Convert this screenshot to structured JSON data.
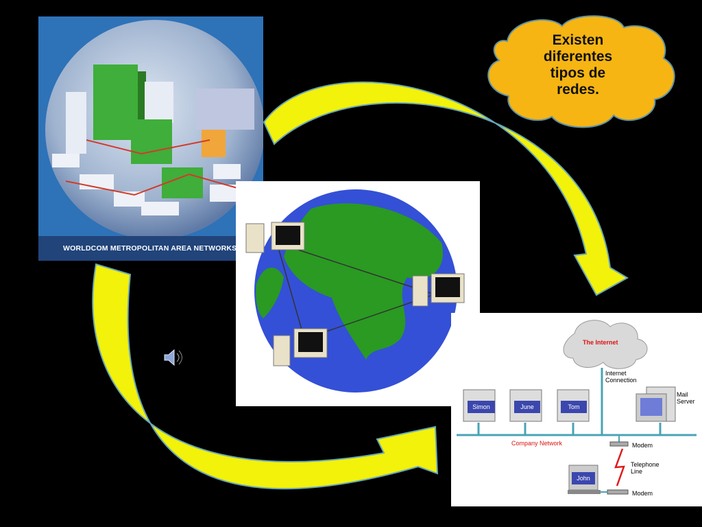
{
  "man_panel": {
    "caption": "WORLDCOM METROPOLITAN AREA NETWORKS"
  },
  "callout": {
    "lines": [
      "Existen",
      "diferentes",
      "tipos de",
      "redes."
    ]
  },
  "lan": {
    "internet_label": "The Internet",
    "internet_connection": [
      "Internet",
      "Connection"
    ],
    "mail_server": [
      "Mail",
      "Server"
    ],
    "computers": [
      "Simon",
      "June",
      "Tom"
    ],
    "company_network": "Company Network",
    "modem_top": "Modem",
    "telephone_line": [
      "Telephone",
      "Line"
    ],
    "remote_user": "John",
    "modem_bottom": "Modem"
  },
  "colors": {
    "arrow": "#f2f20a",
    "callout": "#f6b512",
    "globe_ocean": "#3450d6",
    "globe_land": "#2a9a22",
    "tag": "#3b47ad"
  },
  "icons": [
    "speaker-icon"
  ]
}
